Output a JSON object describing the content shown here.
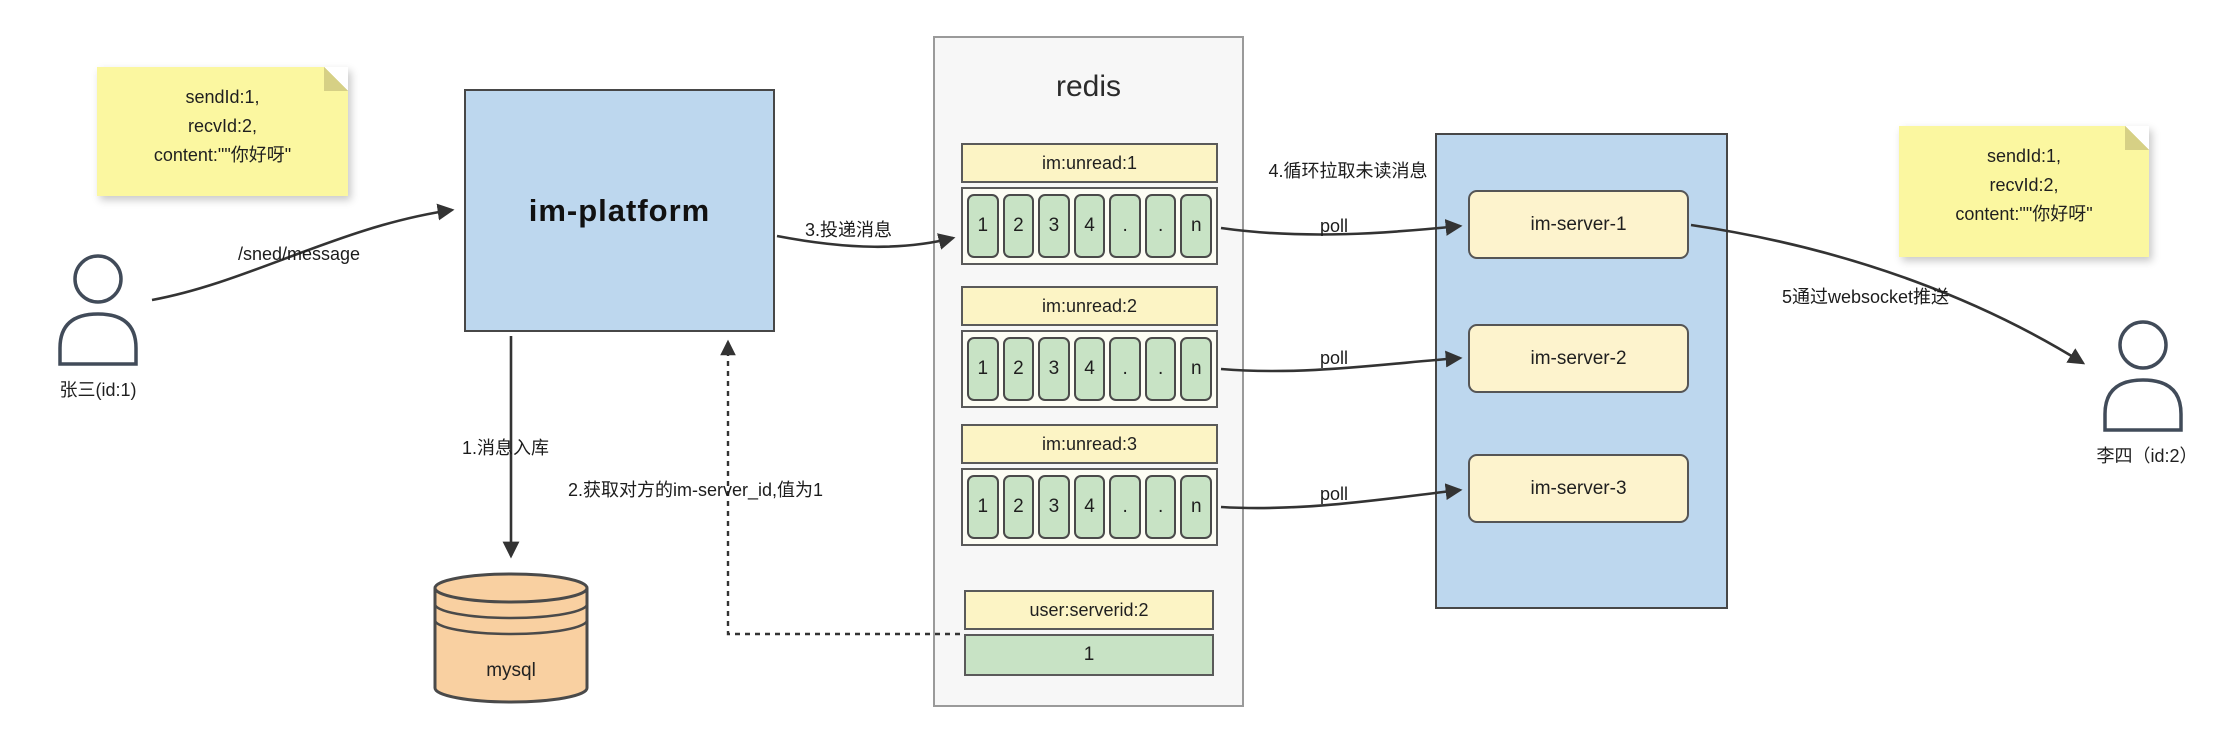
{
  "notes": {
    "left": {
      "lines": [
        "sendId:1,",
        "recvId:2,",
        "content:\"\"你好呀\""
      ]
    },
    "right": {
      "lines": [
        "sendId:1,",
        "recvId:2,",
        "content:\"\"你好呀\""
      ]
    }
  },
  "actors": {
    "sender": {
      "label": "张三(id:1)"
    },
    "receiver": {
      "label": "李四（id:2）"
    }
  },
  "platform": {
    "label": "im-platform"
  },
  "database": {
    "label": "mysql"
  },
  "redis": {
    "title": "redis",
    "queues": [
      {
        "name": "im:unread:1",
        "cells": [
          "1",
          "2",
          "3",
          "4",
          ".",
          ".",
          "n"
        ]
      },
      {
        "name": "im:unread:2",
        "cells": [
          "1",
          "2",
          "3",
          "4",
          ".",
          ".",
          "n"
        ]
      },
      {
        "name": "im:unread:3",
        "cells": [
          "1",
          "2",
          "3",
          "4",
          ".",
          ".",
          "n"
        ]
      }
    ],
    "user_server": {
      "name": "user:serverid:2",
      "value": "1"
    }
  },
  "servers": [
    {
      "label": "im-server-1"
    },
    {
      "label": "im-server-2"
    },
    {
      "label": "im-server-3"
    }
  ],
  "edges": {
    "send": "/sned/message",
    "store": "1.消息入库",
    "lookup": "2.获取对方的im-server_id,值为1",
    "deliver": "3.投递消息",
    "poll_loop": "4.循环拉取未读消息",
    "poll": "poll",
    "push": "5通过websocket推送"
  },
  "colors": {
    "platform_fill": "#bdd7ee",
    "servers_container_fill": "#bdd7ee",
    "note_fill": "#fbf7a0",
    "queue_header_fill": "#fcf4c5",
    "cell_fill": "#c8e3c5",
    "server_box_fill": "#fdf3cd",
    "mysql_fill": "#f9d0a1",
    "redis_container_fill": "#f7f7f7",
    "arrow_color": "#333333"
  }
}
